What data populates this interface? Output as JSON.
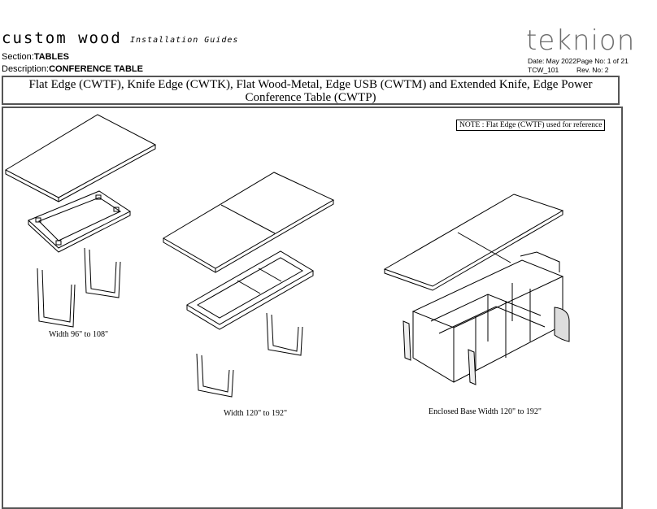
{
  "header": {
    "brand": "custom wood",
    "brand_sub": "Installation Guides",
    "section_label": "Section:",
    "section_value": "TABLES",
    "description_label": "Description:",
    "description_value": "CONFERENCE TABLE",
    "logo": "teknion",
    "date": "Date: May 2022",
    "page": "Page No: 1 of 21",
    "doc_code": "TCW_101",
    "rev": "Rev. No: 2"
  },
  "title": "Flat Edge (CWTF), Knife Edge (CWTK), Flat Wood-Metal, Edge USB (CWTM) and Extended Knife, Edge Power Conference Table (CWTP)",
  "note": "NOTE : Flat Edge (CWTF) used for reference",
  "captions": {
    "left": "Width 96\" to 108\"",
    "middle": "Width 120\" to 192\"",
    "right": "Enclosed Base Width 120\" to 192\""
  }
}
